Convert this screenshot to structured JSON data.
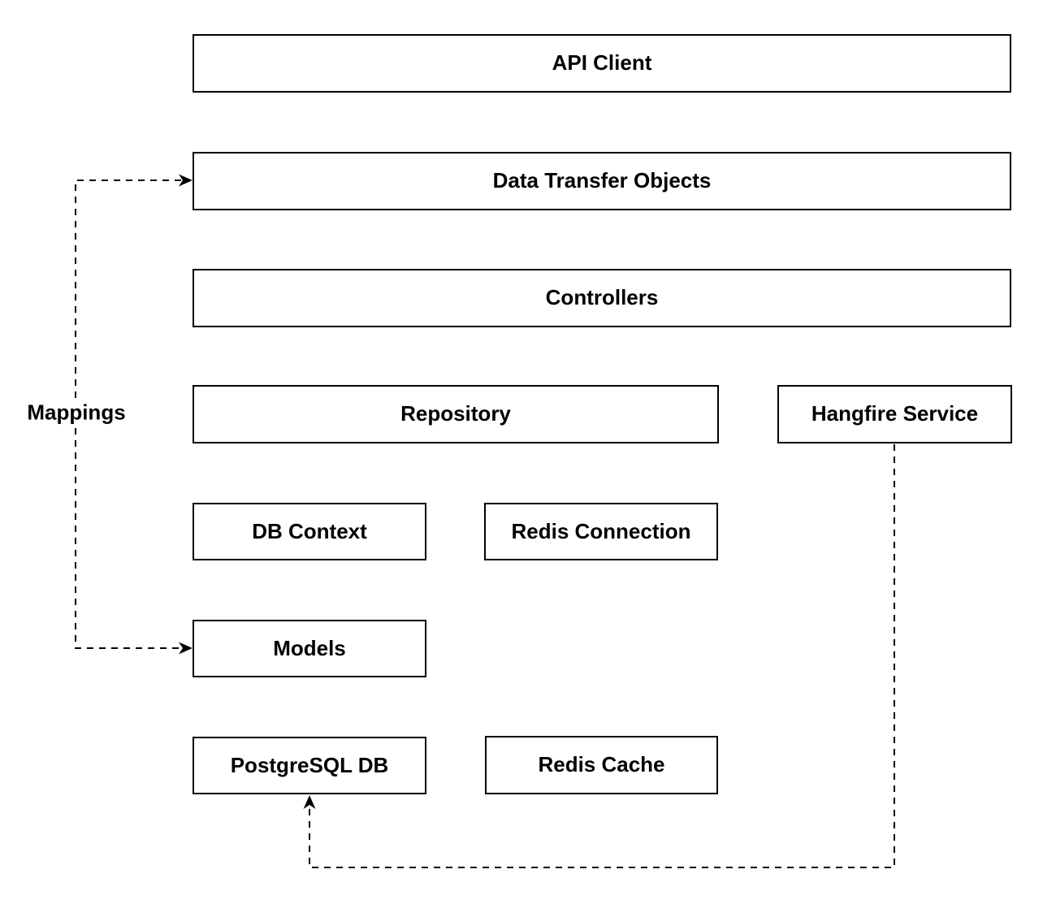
{
  "diagram": {
    "background_color": "#ffffff",
    "box_fill_color": "#ffffff",
    "stroke_color": "#000000",
    "nodes": [
      {
        "id": "api-client",
        "label": "API Client"
      },
      {
        "id": "data-transfer-objects",
        "label": "Data Transfer Objects"
      },
      {
        "id": "controllers",
        "label": "Controllers"
      },
      {
        "id": "repository",
        "label": "Repository"
      },
      {
        "id": "hangfire-service",
        "label": "Hangfire Service"
      },
      {
        "id": "db-context",
        "label": "DB Context"
      },
      {
        "id": "redis-connection",
        "label": "Redis Connection"
      },
      {
        "id": "models",
        "label": "Models"
      },
      {
        "id": "postgresql-db",
        "label": "PostgreSQL DB"
      },
      {
        "id": "redis-cache",
        "label": "Redis Cache"
      }
    ],
    "edges": [
      {
        "id": "mappings-edge",
        "label": "Mappings",
        "style": "dashed",
        "from": "data-transfer-objects",
        "to": "models",
        "arrows": "both ends point into boxes"
      },
      {
        "id": "hangfire-to-postgresql-edge",
        "label": "",
        "style": "dashed",
        "from": "hangfire-service",
        "to": "postgresql-db",
        "arrows": "arrow points up into PostgreSQL DB"
      }
    ]
  }
}
